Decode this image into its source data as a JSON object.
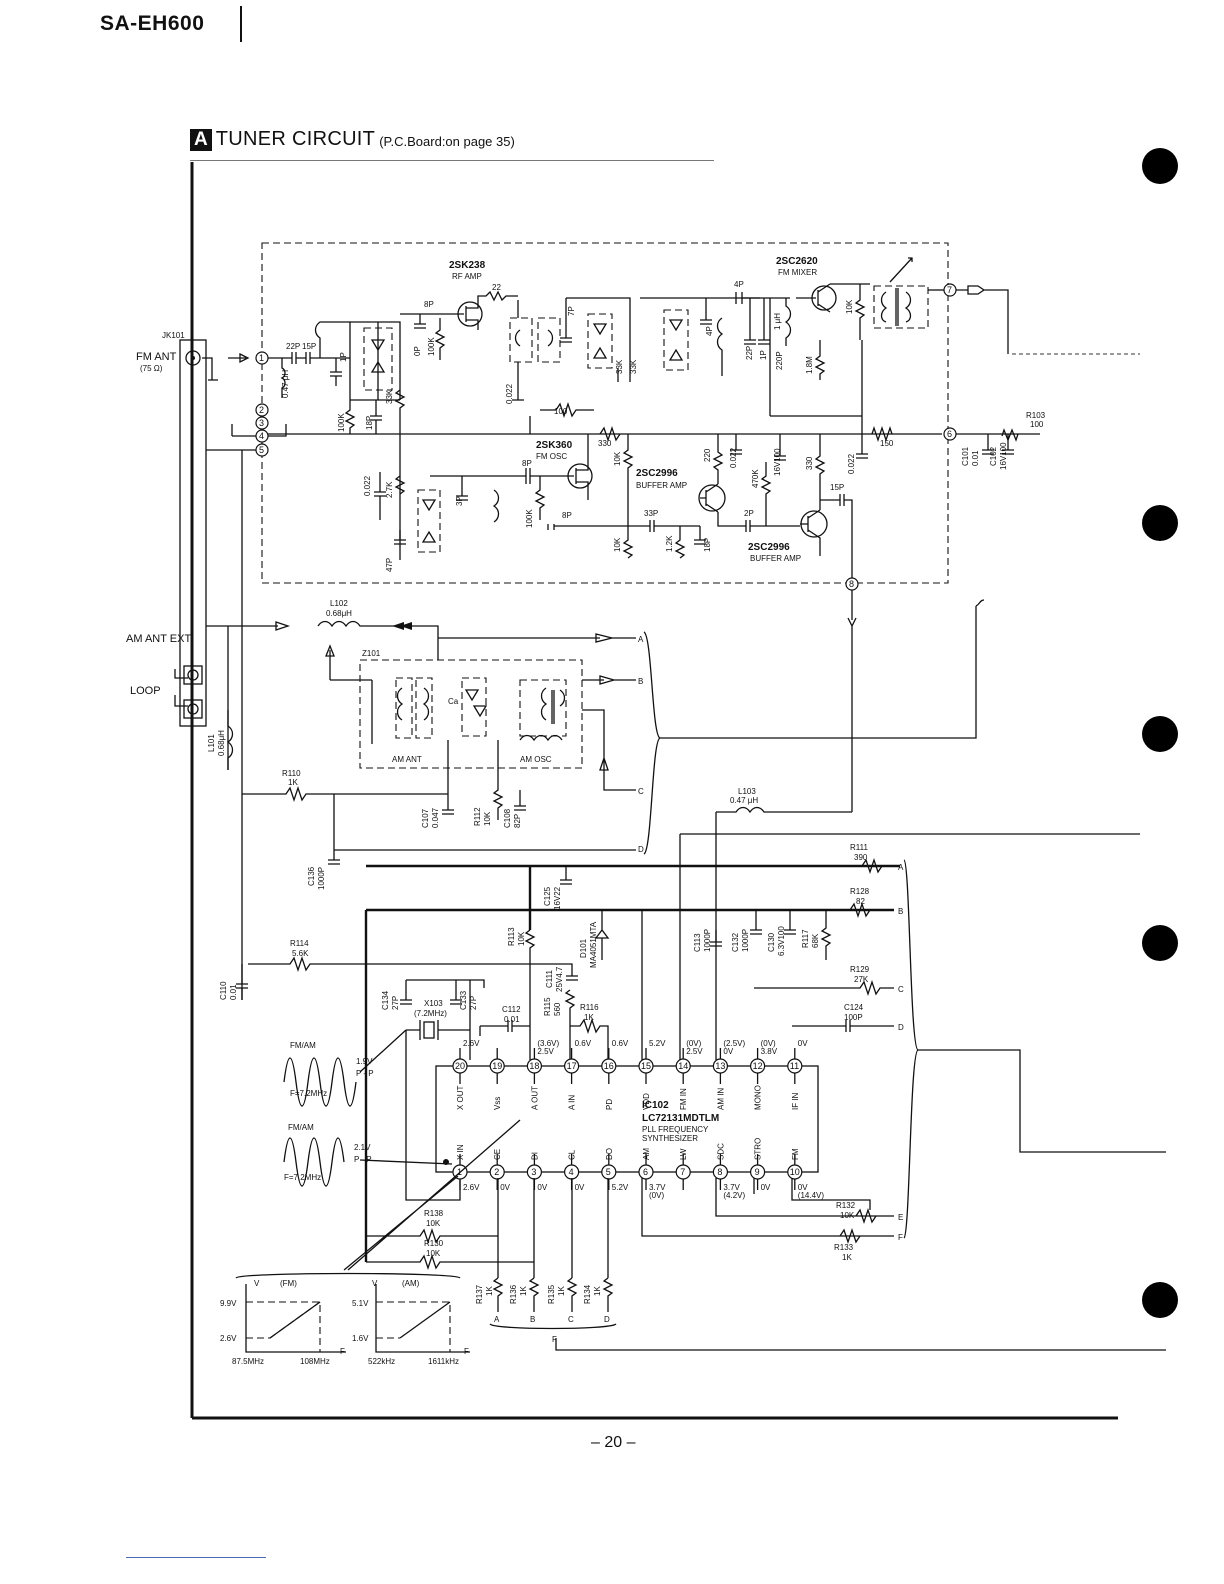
{
  "header": {
    "model": "SA-EH600"
  },
  "title": {
    "badge": "A",
    "main": "TUNER CIRCUIT",
    "note": "(P.C.Board:on page 35)"
  },
  "page_number": "– 20 –",
  "connectors": {
    "jk101": "JK101",
    "fm_ant": "FM ANT",
    "fm_ant_ohm": "(75 Ω)",
    "am_ant_ext": "AM ANT EXT",
    "loop": "LOOP"
  },
  "transistors": {
    "q_rf": {
      "name": "2SK238",
      "role": "RF AMP"
    },
    "q_mixer": {
      "name": "2SC2620",
      "role": "FM MIXER"
    },
    "q_osc": {
      "name": "2SK360",
      "role": "FM OSC"
    },
    "q_buf1": {
      "name": "2SC2996",
      "role": "BUFFER AMP"
    },
    "q_buf2": {
      "name": "2SC2996",
      "role": "BUFFER AMP"
    }
  },
  "ic": {
    "ref": "IC102",
    "part": "LC72131MDTLM",
    "desc1": "PLL FREQUENCY",
    "desc2": "SYNTHESIZER",
    "top_pins": [
      {
        "num": "20",
        "name": "X OUT",
        "volt": "2.6V"
      },
      {
        "num": "19",
        "name": "Vss",
        "volt": ""
      },
      {
        "num": "18",
        "name": "A OUT",
        "volt": "(3.6V) 2.5V"
      },
      {
        "num": "17",
        "name": "A IN",
        "volt": "0.6V"
      },
      {
        "num": "16",
        "name": "PD",
        "volt": "0.6V"
      },
      {
        "num": "15",
        "name": "VDD",
        "volt": "5.2V"
      },
      {
        "num": "14",
        "name": "FM IN",
        "volt": "(0V) 2.5V"
      },
      {
        "num": "13",
        "name": "AM IN",
        "volt": "(2.5V) 0V"
      },
      {
        "num": "12",
        "name": "MONO",
        "volt": "(0V) 3.8V"
      },
      {
        "num": "11",
        "name": "IF IN",
        "volt": "0V"
      }
    ],
    "bottom_pins": [
      {
        "num": "1",
        "name": "X IN",
        "volt": "2.6V"
      },
      {
        "num": "2",
        "name": "CE",
        "volt": "0V"
      },
      {
        "num": "3",
        "name": "DI",
        "volt": "0V"
      },
      {
        "num": "4",
        "name": "CL",
        "volt": "0V"
      },
      {
        "num": "5",
        "name": "DO",
        "volt": "5.2V"
      },
      {
        "num": "6",
        "name": "AM",
        "volt": "3.7V (0V)"
      },
      {
        "num": "7",
        "name": "LW",
        "volt": ""
      },
      {
        "num": "8",
        "name": "SDC",
        "volt": "3.7V (4.2V)"
      },
      {
        "num": "9",
        "name": "STRO",
        "volt": "0V"
      },
      {
        "num": "10",
        "name": "FM",
        "volt": "0V (14.4V)"
      }
    ]
  },
  "components": {
    "c_22p": "22P",
    "c_15p_in": "15P",
    "l_047": "0.47 μH",
    "c_1p": "1P",
    "c_8p_top": "8P",
    "c_0p": "0P",
    "r_100k_top": "100K",
    "r_22": "22",
    "c_7p": "7P",
    "r_33k_a": "33K",
    "r_33k_b": "33K",
    "c_4p_a": "4P",
    "c_4p_b": "4P",
    "c_22p_b": "22P",
    "c_1p_b": "1P",
    "l_1uh": "1 μH",
    "c_220p": "220P",
    "r_1_8m": "1.8M",
    "r_10k_mix": "10K",
    "c_0_022_a": "0.022",
    "r_100_mid": "100",
    "r_100k_l": "100K",
    "c_18p_l": "18P",
    "r_33k_l": "33K",
    "r_330": "330",
    "r_10k_osc": "10K",
    "r_220": "220",
    "c_0_022_b": "0.022",
    "c_16v100": "16V100",
    "r_470k": "470K",
    "r_330_b": "330",
    "c_0_022_c": "0.022",
    "r_150": "150",
    "c_0_022_l": "0.022",
    "r_2_7k": "2.7K",
    "c_47p": "47P",
    "c_3p": "3P",
    "c_8p_osc": "8P",
    "r_100k_osc": "100K",
    "c_8p_b": "8P",
    "c_33p": "33P",
    "c_2p": "2P",
    "c_15p_out": "15P",
    "r_10k_b": "10K",
    "r_1_2k": "1.2K",
    "c_18p_b": "18P",
    "r103": "R103",
    "r103_v": "100",
    "c101": "C101",
    "c101_v": "0.01",
    "c102": "C102",
    "c102_v": "16V100",
    "l102": "L102",
    "l102_v": "0.68μH",
    "z101": "Z101",
    "am_ant_lbl": "AM ANT",
    "am_osc_lbl": "AM OSC",
    "ca_lbl": "Ca",
    "r110": "R110",
    "r110_v": "1K",
    "c107": "C107",
    "c107_v": "0.047",
    "r112": "R112",
    "r112_v": "10K",
    "c108": "C108",
    "c108_v": "82P",
    "l101": "L101",
    "l101_v": "0.68μH",
    "c136": "C136",
    "c136_v": "1000P",
    "l103": "L103",
    "l103_v": "0.47 μH",
    "c125": "C125",
    "c125_v": "16V22",
    "r113": "R113",
    "r113_v": "10K",
    "d101": "D101",
    "d101_v": "MA4051MTA",
    "c111": "C111",
    "c111_v": "25V4.7",
    "r115": "R115",
    "r115_v": "560",
    "r116": "R116",
    "r116_v": "1K",
    "c112": "C112",
    "c112_v": "0.01",
    "c113": "C113",
    "c113_v": "1000P",
    "c132": "C132",
    "c132_v": "1000P",
    "c130": "C130",
    "c130_v": "6.3V100",
    "r117": "R117",
    "r117_v": "68K",
    "r111": "R111",
    "r111_v": "390",
    "r128": "R128",
    "r128_v": "82",
    "r129": "R129",
    "r129_v": "27K",
    "c124": "C124",
    "c124_v": "100P",
    "r114": "R114",
    "r114_v": "5.6K",
    "c110": "C110",
    "c110_v": "0.01",
    "c134": "C134",
    "c134_v": "27P",
    "x103": "X103",
    "x103_v": "(7.2MHz)",
    "c133": "C133",
    "c133_v": "27P",
    "r138": "R138",
    "r138_v": "10K",
    "r130": "R130",
    "r130_v": "10K",
    "r132": "R132",
    "r132_v": "10K",
    "r133": "R133",
    "r133_v": "1K",
    "r137": "R137",
    "r137_v": "1K",
    "r136": "R136",
    "r136_v": "1K",
    "r135": "R135",
    "r135_v": "1K",
    "r134": "R134",
    "r134_v": "1K"
  },
  "waveforms": [
    {
      "mode": "FM/AM",
      "amp": "1.9V",
      "pp": "P - P",
      "freq": "F=7.2MHz"
    },
    {
      "mode": "FM/AM",
      "amp": "2.1V",
      "pp": "P - P",
      "freq": "F=7.2MHz"
    }
  ],
  "graphs": {
    "fm": {
      "title": "(FM)",
      "v_axis": "V",
      "f_axis": "F",
      "y_hi": "9.9V",
      "y_lo": "2.6V",
      "x_lo": "87.5MHz",
      "x_hi": "108MHz"
    },
    "am": {
      "title": "(AM)",
      "v_axis": "V",
      "f_axis": "F",
      "y_hi": "5.1V",
      "y_lo": "1.6V",
      "x_lo": "522kHz",
      "x_hi": "1611kHz"
    }
  },
  "bus_letters": [
    "A",
    "B",
    "C",
    "D",
    "E",
    "F"
  ],
  "terminal_numbers": [
    "1",
    "2",
    "3",
    "4",
    "5",
    "6",
    "7",
    "8"
  ]
}
